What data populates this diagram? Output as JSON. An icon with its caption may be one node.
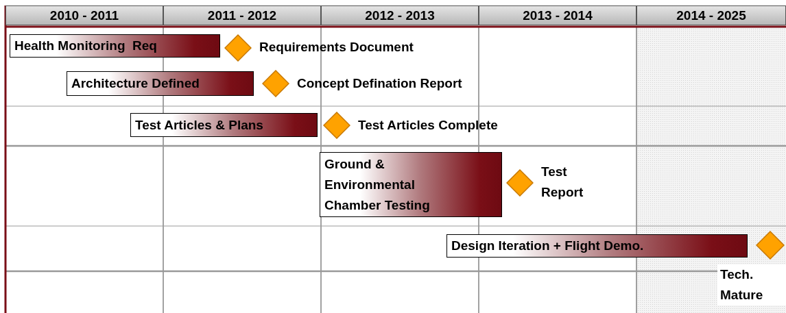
{
  "diagram": {
    "nodes": [
      {
        "text": [
          "Health Monitoring  Req"
        ]
      },
      {
        "text": [],
        "shape": "diamond",
        "beside": [
          "Requirements Document"
        ]
      },
      {
        "text": [
          "Architecture Defined"
        ]
      },
      {
        "text": [],
        "shape": "diamond",
        "beside": [
          "Concept Defination Report"
        ]
      },
      {
        "text": [
          "Test Articles & Plans"
        ]
      },
      {
        "text": [],
        "shape": "diamond",
        "beside": [
          "Test Articles Complete"
        ]
      },
      {
        "text": [
          "Ground & Environmental Chamber Testing"
        ]
      },
      {
        "text": [],
        "shape": "diamond",
        "beside": [
          "Test Report"
        ]
      },
      {
        "text": [
          "Design Iteration + Flight Demo."
        ]
      },
      {
        "text": [],
        "shape": "diamond",
        "beside": [
          "Tech. Mature"
        ]
      }
    ],
    "labels": [
      "2010 - 2011",
      "2011 - 2012",
      "2012 - 2013",
      "2013 - 2014",
      "2014 - 2025"
    ]
  }
}
